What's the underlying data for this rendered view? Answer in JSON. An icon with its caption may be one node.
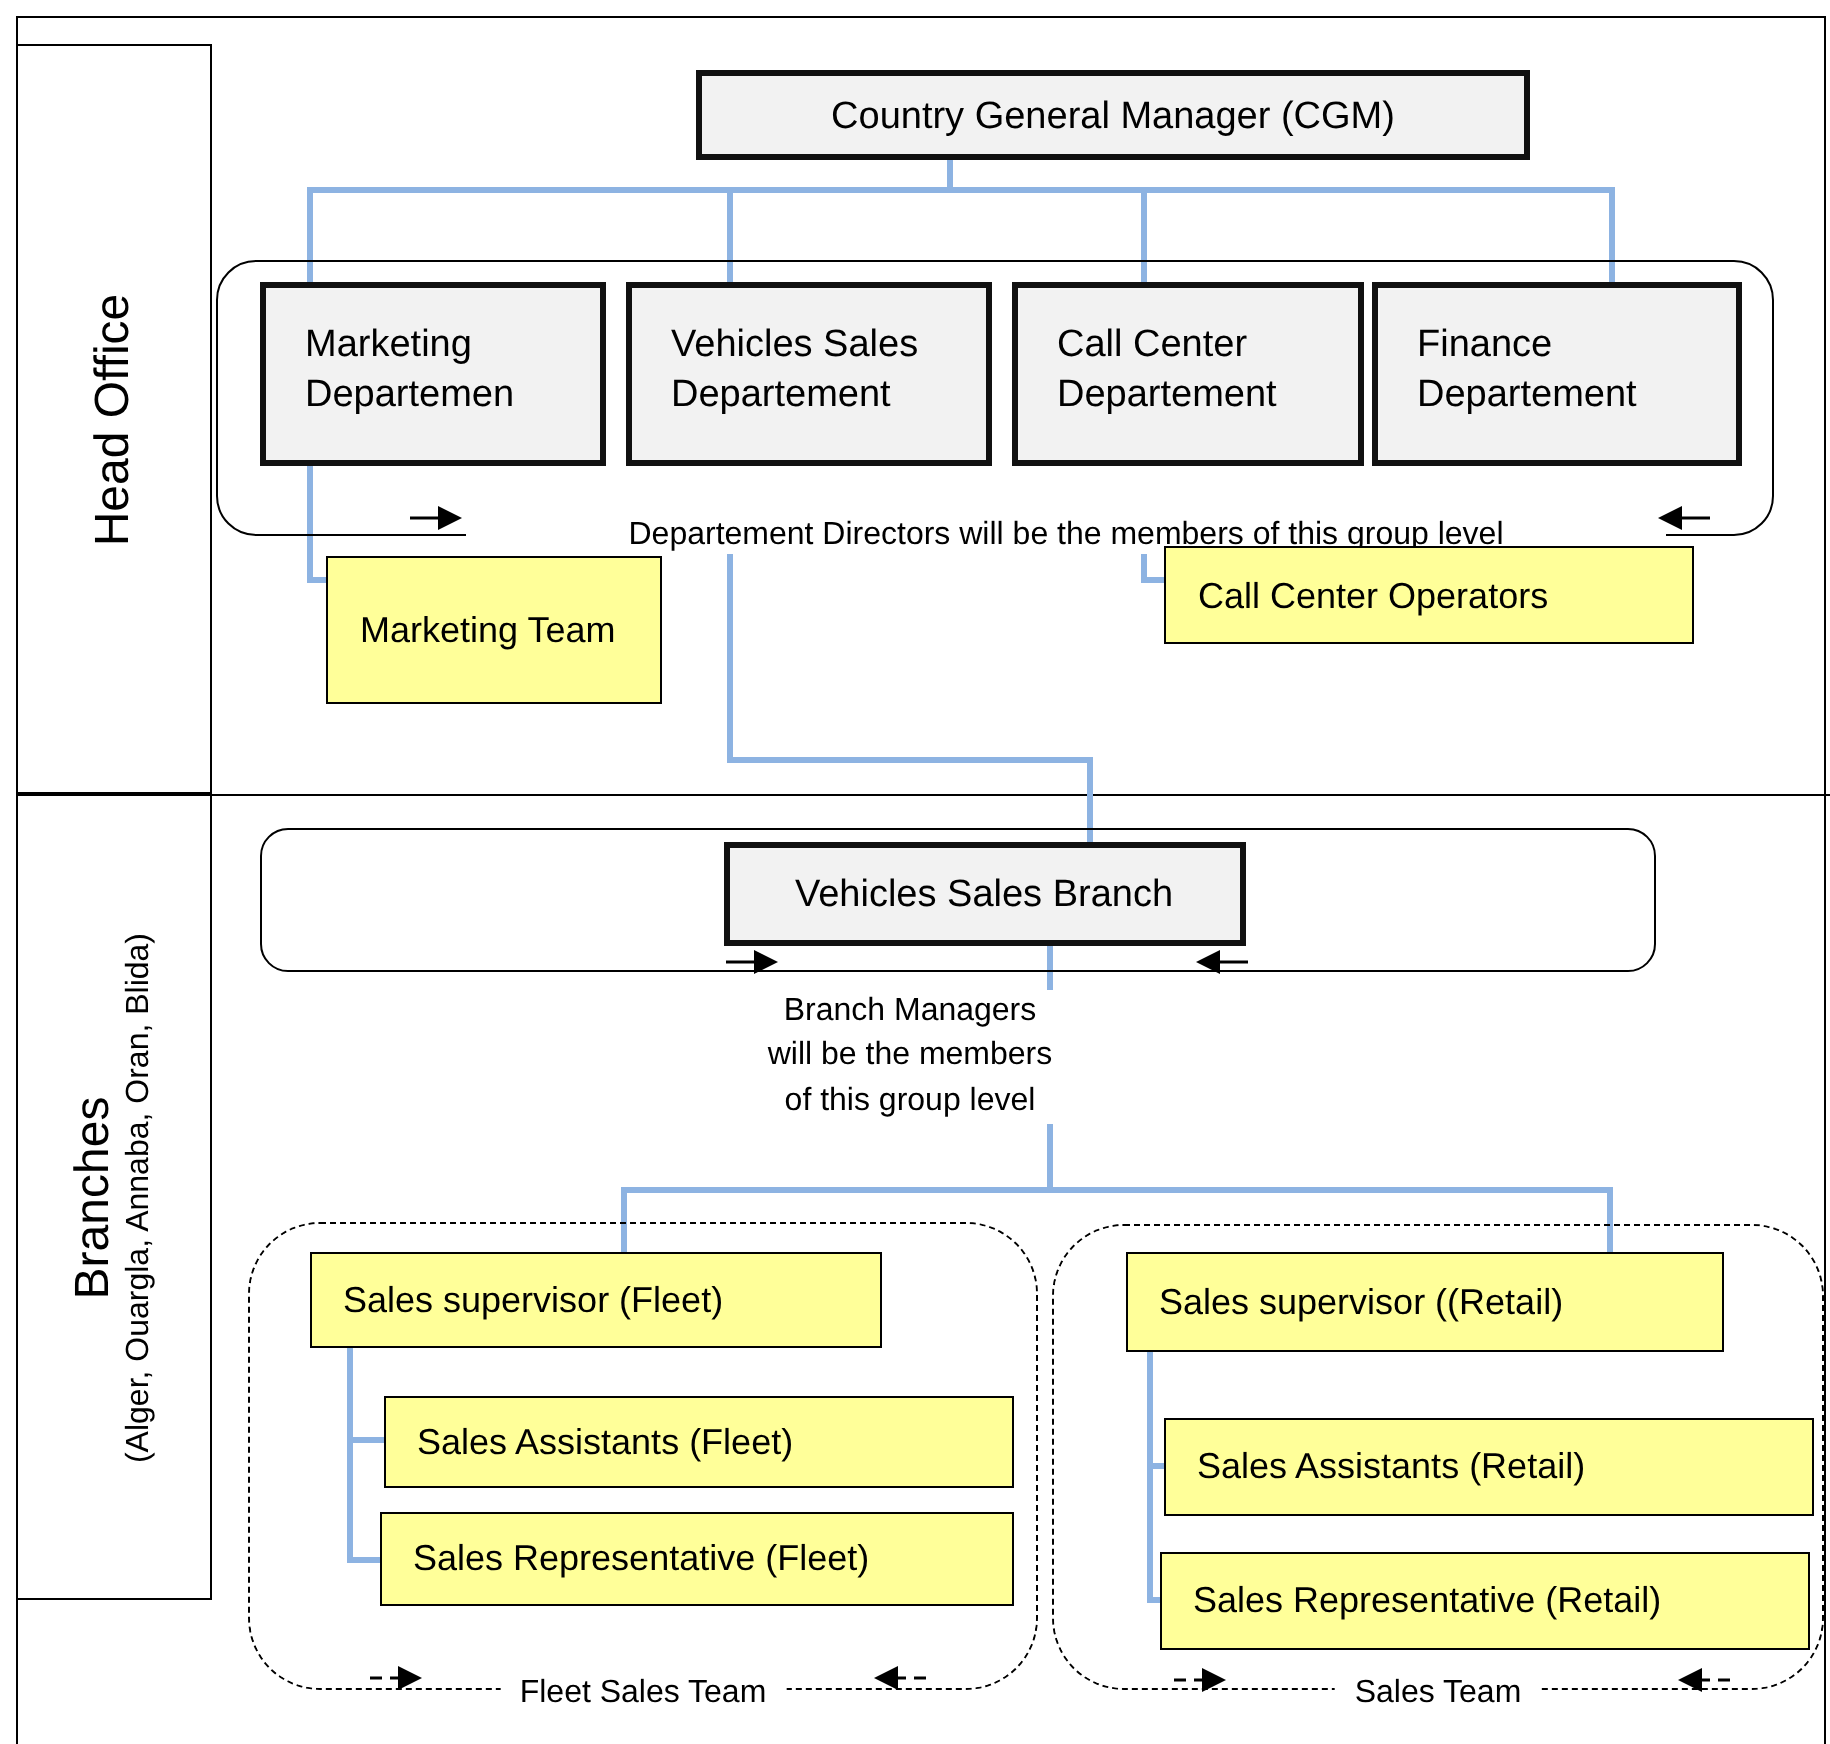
{
  "diagram": {
    "nodes": [
      {
        "text": [
          "Head Office"
        ]
      },
      {
        "text": [
          "Branches",
          "(Alger, Ouargla, Annaba, Oran, Blida)"
        ]
      },
      {
        "text": [
          "Country General Manager (CGM)"
        ]
      },
      {
        "text": [
          "Departement Directors will be the members of this group level"
        ]
      },
      {
        "text": [
          "Marketing Departemen"
        ],
        "in": 3
      },
      {
        "text": [
          "Vehicles Sales Departement"
        ],
        "in": 3
      },
      {
        "text": [
          "Call Center Departement"
        ],
        "in": 3
      },
      {
        "text": [
          "Finance Departement"
        ],
        "in": 3
      },
      {
        "text": [
          "Marketing Team"
        ]
      },
      {
        "text": [
          "Call Center Operators"
        ]
      },
      {
        "text": [
          "Branch Managers will be the members of this group level"
        ]
      },
      {
        "text": [
          "Vehicles Sales Branch"
        ],
        "in": 10
      },
      {
        "text": [
          "Fleet Sales Team"
        ]
      },
      {
        "text": [
          "Sales supervisor (Fleet)"
        ],
        "in": 12
      },
      {
        "text": [
          "Sales Assistants (Fleet)"
        ],
        "in": 12
      },
      {
        "text": [
          "Sales Representative (Fleet)"
        ],
        "in": 12
      },
      {
        "text": [
          "Sales Team"
        ]
      },
      {
        "text": [
          "Sales supervisor  ((Retail)"
        ],
        "in": 16
      },
      {
        "text": [
          "Sales Assistants (Retail)"
        ],
        "in": 16
      },
      {
        "text": [
          "Sales Representative (Retail)"
        ],
        "in": 16
      }
    ],
    "edges": [
      {
        "from": 2,
        "to": 4,
        "arrow": "none"
      },
      {
        "from": 2,
        "to": 5,
        "arrow": "none"
      },
      {
        "from": 2,
        "to": 6,
        "arrow": "none"
      },
      {
        "from": 2,
        "to": 7,
        "arrow": "none"
      },
      {
        "from": 4,
        "to": 8,
        "arrow": "none"
      },
      {
        "from": 3,
        "to": 9,
        "arrow": "none"
      },
      {
        "from": 3,
        "to": 11,
        "arrow": "none"
      },
      {
        "from": 11,
        "to": 13,
        "arrow": "none"
      },
      {
        "from": 11,
        "to": 17,
        "arrow": "none"
      },
      {
        "from": 13,
        "to": 14,
        "arrow": "none"
      },
      {
        "from": 13,
        "to": 15,
        "arrow": "none"
      },
      {
        "from": 17,
        "to": 18,
        "arrow": "none"
      },
      {
        "from": 17,
        "to": 19,
        "arrow": "none"
      }
    ]
  }
}
